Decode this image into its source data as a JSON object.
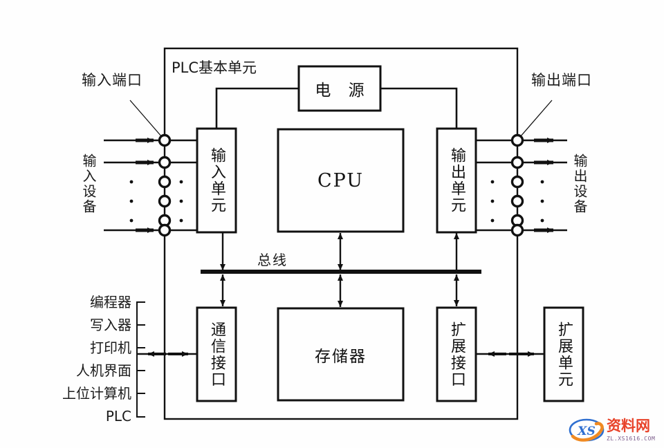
{
  "diagram": {
    "title": "PLC基本单元",
    "colors": {
      "line": "#111111",
      "text": "#1a1a1a",
      "background": "#fefefe",
      "watermark_red": "#e8432a",
      "watermark_purple": "#7a5a8a",
      "logo_blue": "#2f6fd0",
      "logo_orange": "#f08a22"
    },
    "boxes": {
      "power": "电 源",
      "input_unit": "输入单元",
      "output_unit": "输出单元",
      "cpu": "CPU",
      "memory": "存储器",
      "comm_interface": "通信接口",
      "expansion_interface": "扩展接口",
      "expansion_unit": "扩展单元"
    },
    "labels": {
      "input_port": "输入端口",
      "output_port": "输出端口",
      "input_devices": "输入设备",
      "output_devices": "输出设备",
      "bus": "总线"
    },
    "peripherals": [
      "编程器",
      "写入器",
      "打印机",
      "人机界面",
      "上位计算机",
      "PLC"
    ]
  },
  "watermark": {
    "logo_text": "XS",
    "brand": "资料网",
    "url": "ZL.XS1616.COM"
  }
}
